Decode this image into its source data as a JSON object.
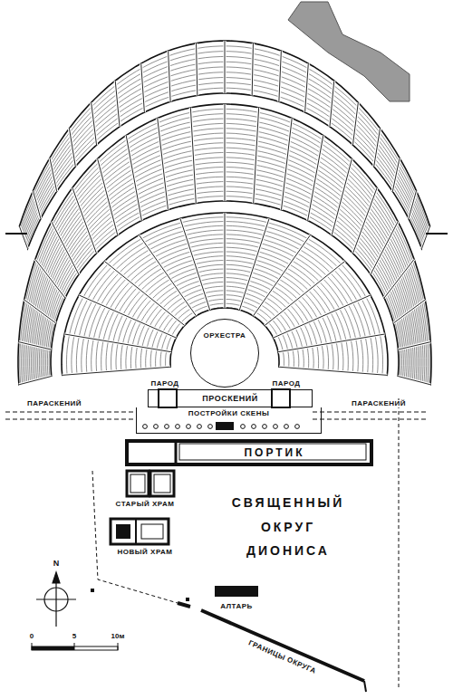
{
  "diagram": {
    "nodes": [
      {
        "text": [
          "ОРХЕСТРА"
        ]
      },
      {
        "text": [
          "ПРОСКЕНИЙ"
        ]
      },
      {
        "text": [
          "ПОСТРОЙКИ СКЕНЫ"
        ]
      },
      {
        "text": [
          "ПОРТИК"
        ]
      },
      {
        "text": [
          "СТАРЫЙ ХРАМ"
        ]
      },
      {
        "text": [
          "НОВЫЙ ХРАМ"
        ]
      },
      {
        "text": [
          "АЛТАРЬ"
        ]
      }
    ],
    "labels": [
      "ПАРОД",
      "ПАРОД",
      "ПАРАСКЕНИЙ",
      "ПАРАСКЕНИЙ",
      "СВЯЩЕННЫЙ ОКРУГ ДИОНИСА",
      "ГРАНИЦЫ ОКРУГА",
      "N",
      "0",
      "5",
      "10м"
    ]
  }
}
